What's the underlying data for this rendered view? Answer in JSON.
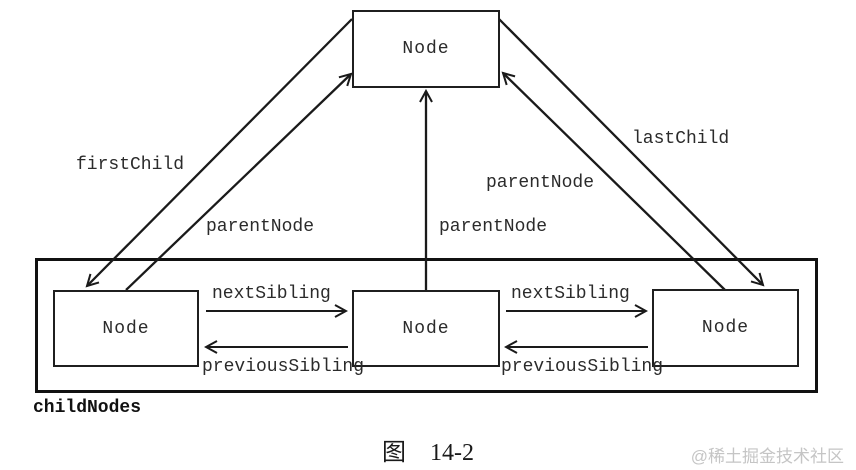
{
  "figure": {
    "caption": "图　14-2",
    "watermark": "@稀土掘金技术社区"
  },
  "diagram": {
    "parent_box_label": "Node",
    "container_label": "childNodes",
    "children": [
      {
        "label": "Node"
      },
      {
        "label": "Node"
      },
      {
        "label": "Node"
      }
    ],
    "edges": {
      "first_child": "firstChild",
      "last_child": "lastChild",
      "parent_left": "parentNode",
      "parent_middle": "parentNode",
      "parent_right": "parentNode",
      "next_sibling_1": "nextSibling",
      "next_sibling_2": "nextSibling",
      "previous_sibling_1": "previousSibling",
      "previous_sibling_2": "previousSibling"
    }
  },
  "colors": {
    "line": "#1a1a1a",
    "text": "#2b2b2b",
    "watermark": "#c5c5c5",
    "background": "#ffffff"
  }
}
